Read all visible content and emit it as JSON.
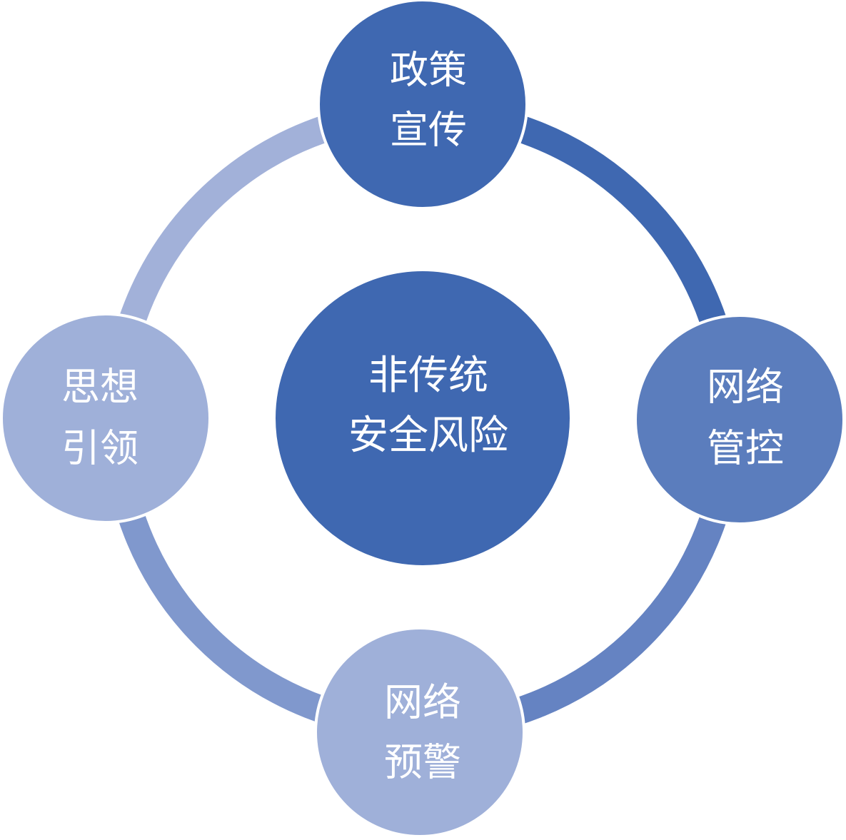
{
  "diagram": {
    "center": {
      "lines": [
        "非传统",
        "安全风险"
      ],
      "color": "#3f68b1"
    },
    "nodes": [
      {
        "id": "top",
        "lines": [
          "政策",
          "宣传"
        ],
        "color": "#3f68b1"
      },
      {
        "id": "right",
        "lines": [
          "网络",
          "管控"
        ],
        "color": "#5b7dbd"
      },
      {
        "id": "bottom",
        "lines": [
          "网络",
          "预警"
        ],
        "color": "#9fb0d9"
      },
      {
        "id": "left",
        "lines": [
          "思想",
          "引领"
        ],
        "color": "#9fb0d9"
      }
    ],
    "ring_segments": [
      {
        "from": "top",
        "to": "right",
        "color": "#3f68b1"
      },
      {
        "from": "right",
        "to": "bottom",
        "color": "#6583c2"
      },
      {
        "from": "bottom",
        "to": "left",
        "color": "#8098cd"
      },
      {
        "from": "left",
        "to": "top",
        "color": "#a2b1d9"
      }
    ]
  }
}
